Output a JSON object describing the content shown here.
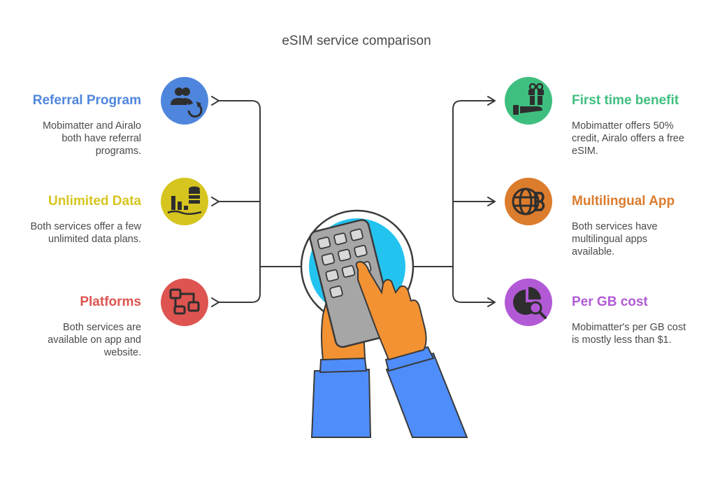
{
  "title": "eSIM service comparison",
  "colors": {
    "referral": "#4f86dd",
    "unlimited": "#d6c51f",
    "platforms": "#dd5450",
    "first_time": "#3fbf7f",
    "multilingual": "#dc7c2d",
    "per_gb": "#b25ad6",
    "hand_orange": "#f39232",
    "sleeve_blue": "#4f8dfb",
    "device_gray": "#a6a6a6",
    "screen_circle": "#23c3ef"
  },
  "items": {
    "referral": {
      "heading": "Referral Program",
      "desc": "Mobimatter and Airalo both have referral programs.",
      "icon": "users-refresh-icon"
    },
    "unlimited": {
      "heading": "Unlimited Data",
      "desc": "Both services offer a few unlimited data plans.",
      "icon": "database-chart-icon"
    },
    "platforms": {
      "heading": "Platforms",
      "desc": "Both services are available on app and website.",
      "icon": "devices-network-icon"
    },
    "first_time": {
      "heading": "First time benefit",
      "desc": "Mobimatter offers 50% credit, Airalo offers a free eSIM.",
      "icon": "gift-hand-icon"
    },
    "multilingual": {
      "heading": "Multilingual App",
      "desc": "Both services have multilingual apps available.",
      "icon": "globe-currency-icon"
    },
    "per_gb": {
      "heading": "Per GB cost",
      "desc": "Mobimatter's per GB cost is mostly less than $1.",
      "icon": "pie-search-icon"
    }
  }
}
